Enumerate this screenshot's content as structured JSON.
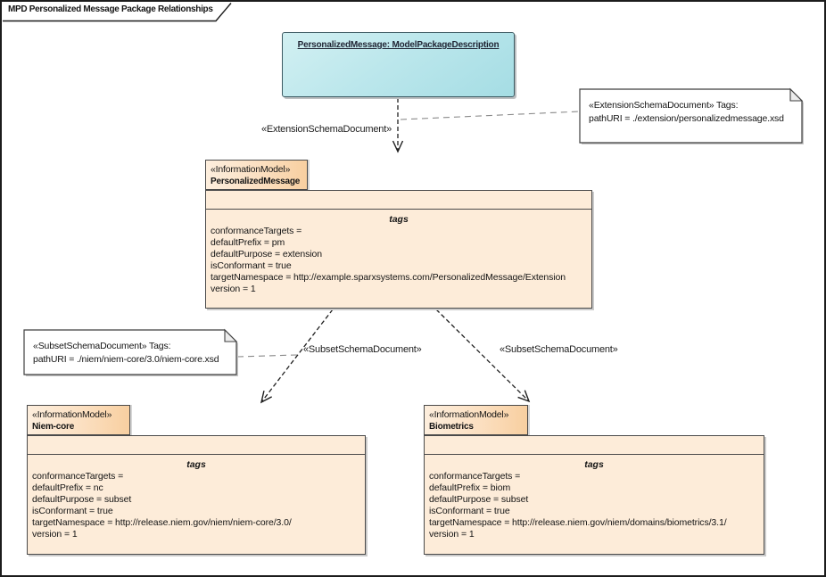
{
  "frame": {
    "title": "MPD Personalized Message Package Relationships"
  },
  "mpd_box": {
    "label": "PersonalizedMessage: ModelPackageDescription"
  },
  "connector_labels": {
    "extension": "«ExtensionSchemaDocument»",
    "subset_left": "«SubsetSchemaDocument»",
    "subset_right": "«SubsetSchemaDocument»"
  },
  "notes": [
    {
      "line1": "«ExtensionSchemaDocument» Tags:",
      "line2": "pathURI = ./extension/personalizedmessage.xsd"
    },
    {
      "line1": "«SubsetSchemaDocument» Tags:",
      "line2": "pathURI = ./niem/niem-core/3.0/niem-core.xsd"
    }
  ],
  "packages": [
    {
      "stereotype": "«InformationModel»",
      "name": "PersonalizedMessage",
      "tags_title": "tags",
      "tags": [
        "conformanceTargets =",
        "defaultPrefix = pm",
        "defaultPurpose = extension",
        "isConformant = true",
        "targetNamespace = http://example.sparxsystems.com/PersonalizedMessage/Extension",
        "version = 1"
      ]
    },
    {
      "stereotype": "«InformationModel»",
      "name": "Niem-core",
      "tags_title": "tags",
      "tags": [
        "conformanceTargets =",
        "defaultPrefix = nc",
        "defaultPurpose = subset",
        "isConformant = true",
        "targetNamespace = http://release.niem.gov/niem/niem-core/3.0/",
        "version = 1"
      ]
    },
    {
      "stereotype": "«InformationModel»",
      "name": "Biometrics",
      "tags_title": "tags",
      "tags": [
        "conformanceTargets =",
        "defaultPrefix = biom",
        "defaultPurpose = subset",
        "isConformant = true",
        "targetNamespace = http://release.niem.gov/niem/domains/biometrics/3.1/",
        "version = 1"
      ]
    }
  ],
  "colors": {
    "package_fill": "#fdecd9",
    "package_tab_gradient_end": "#f8cfa0",
    "mpd_fill": "#b7e4e9",
    "note_fill": "#ffffff",
    "border": "#4a4a4a",
    "shadow": "#cbcbcb",
    "dependency_line": "#1f1f1f",
    "note_link_line": "#8a8a8a"
  }
}
